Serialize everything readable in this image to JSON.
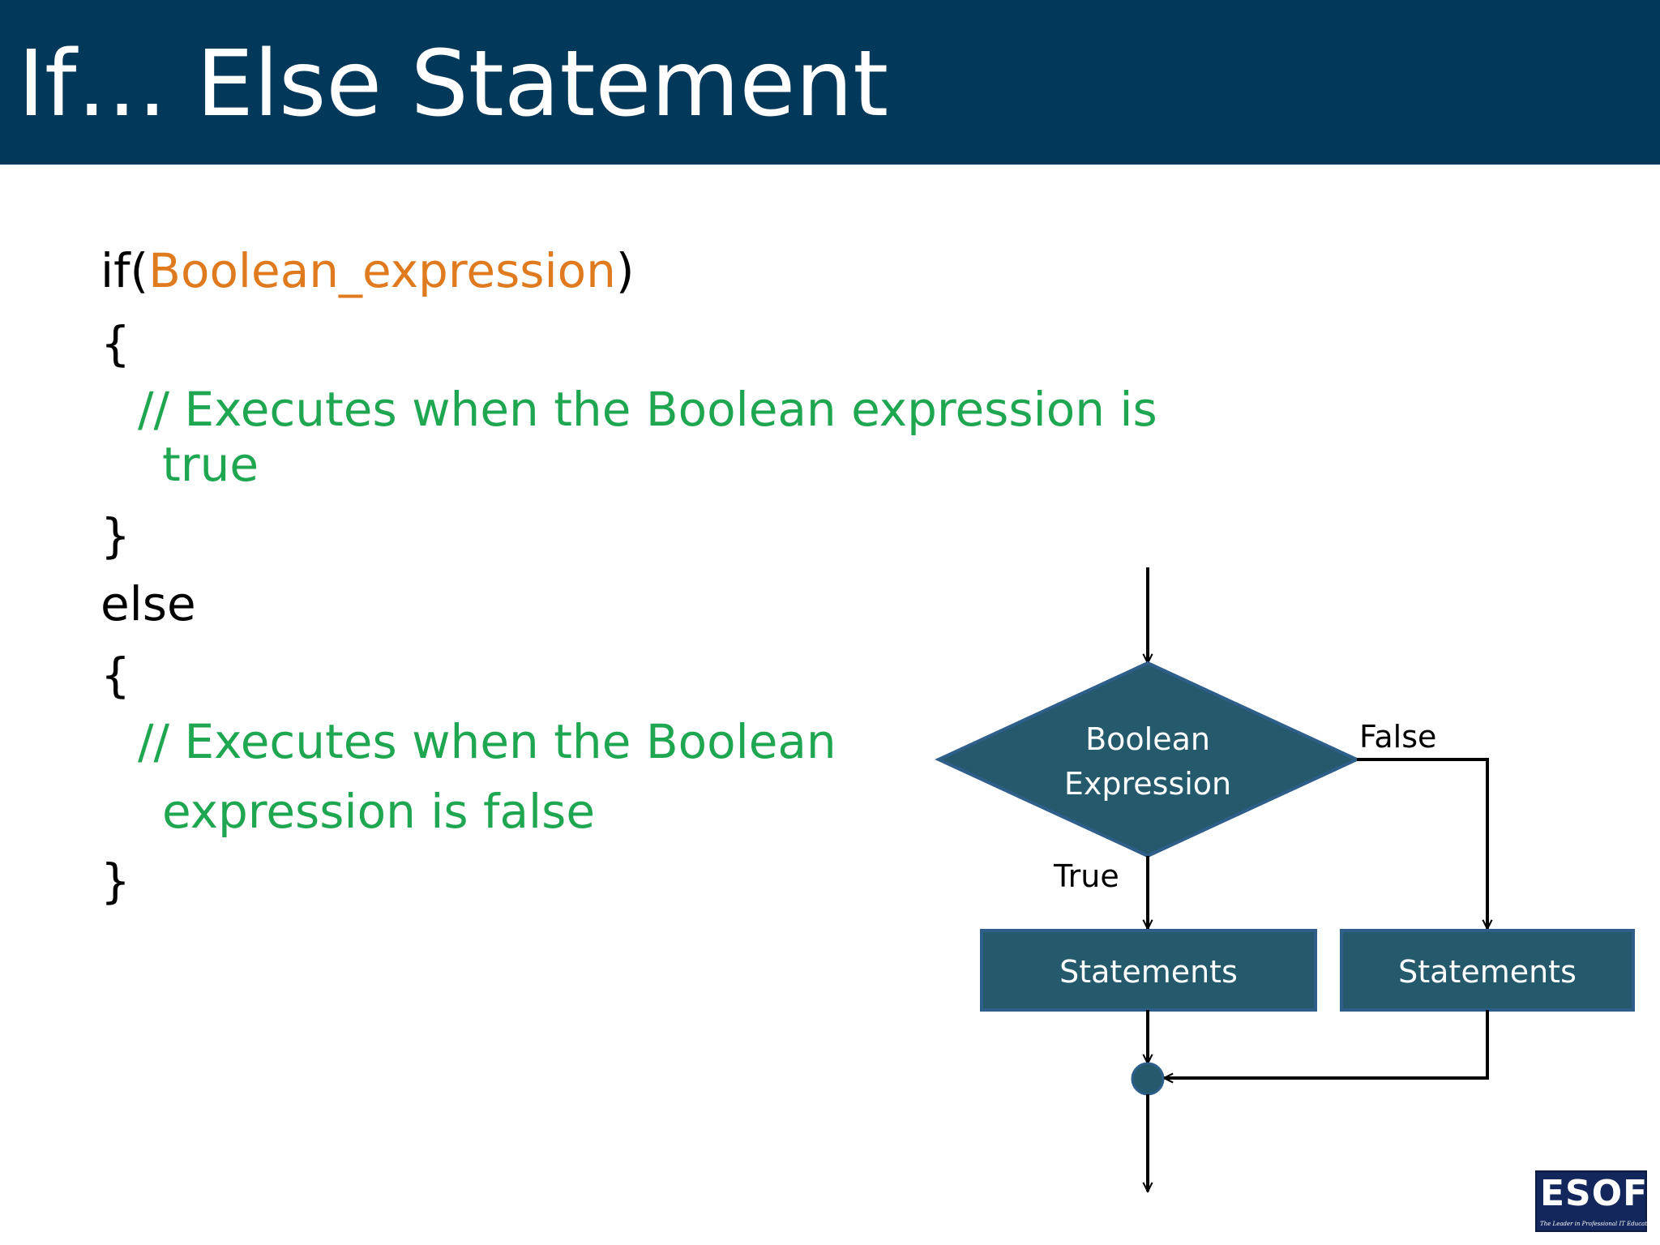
{
  "slide": {
    "title": "If… Else Statement"
  },
  "code": {
    "if_keyword": "if(",
    "condition": "Boolean_expression",
    "if_close": ")",
    "open_brace_1": "{",
    "comment_true_line1": "// Executes when the Boolean expression is",
    "comment_true_line2": "true",
    "close_brace_1": "}",
    "else_keyword": "else",
    "open_brace_2": "{",
    "comment_false_line1": "// Executes when the Boolean",
    "comment_false_line2": "expression is false",
    "close_brace_2": "}"
  },
  "flowchart": {
    "decision_line1": "Boolean",
    "decision_line2": "Expression",
    "true_label": "True",
    "false_label": "False",
    "true_box": "Statements",
    "false_box": "Statements"
  },
  "logo": {
    "text": "ESOFT",
    "tagline": "The Leader in Professional IT Education"
  },
  "colors": {
    "title_bar": "#023859",
    "keyword": "#000000",
    "condition": "#e07a1f",
    "comment": "#1fa651",
    "shape_fill": "#245a6c",
    "shape_stroke": "#2e5f8a"
  }
}
